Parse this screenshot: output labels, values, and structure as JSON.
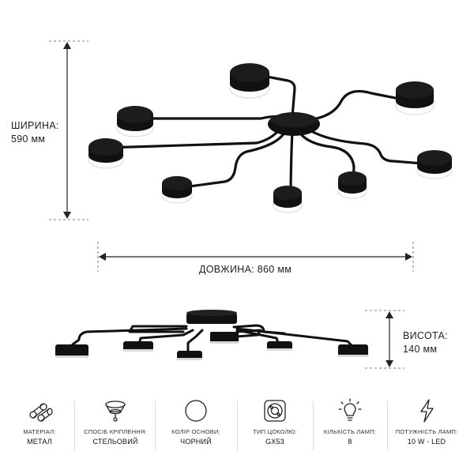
{
  "dimensions": {
    "width_label": "ШИРИНА:",
    "width_value": "590 мм",
    "length_text": "ДОВЖИНА: 860 мм",
    "height_label": "ВИСОТА:",
    "height_value": "140 мм"
  },
  "specs": [
    {
      "icon": "material-metal-icon",
      "label": "МАТЕРІАЛ:",
      "value": "МЕТАЛ"
    },
    {
      "icon": "ceiling-mount-icon",
      "label": "СПОСІБ КРІПЛЕННЯ:",
      "value": "СТЕЛЬОВИЙ"
    },
    {
      "icon": "base-color-icon",
      "label": "КОЛІР ОСНОВИ:",
      "value": "ЧОРНИЙ"
    },
    {
      "icon": "socket-icon",
      "label": "ТИП ЦОКОЛЮ:",
      "value": "GX53"
    },
    {
      "icon": "bulb-icon",
      "label": "КІЛЬКІСТЬ ЛАМП:",
      "value": "8"
    },
    {
      "icon": "lightning-icon",
      "label": "ПОТУЖНІСТЬ ЛАМП:",
      "value": "10 W - LED"
    }
  ],
  "colors": {
    "fixture": "#111111",
    "lens": "#ffffff",
    "dim_line": "#222222",
    "text": "#1a1a1a"
  }
}
